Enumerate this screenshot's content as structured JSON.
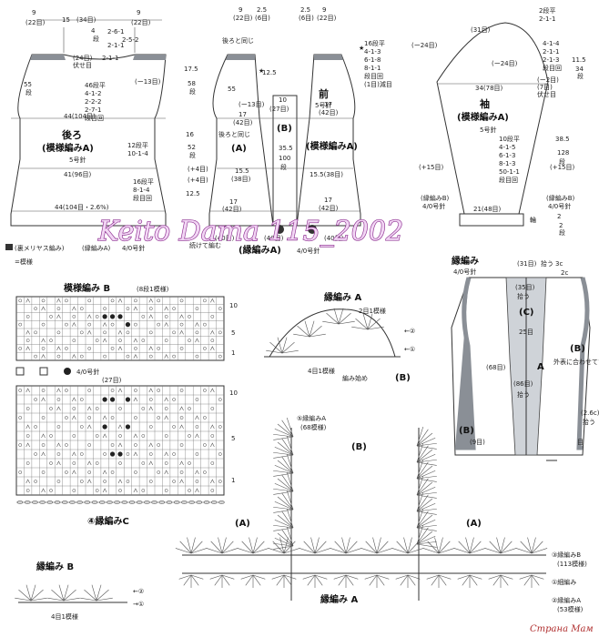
{
  "back_piece": {
    "title": "後ろ",
    "pattern": "(模様編みA)",
    "needle": "5号針",
    "top_label": "(34目)",
    "top_label2": "15",
    "left_side_top": "9",
    "left_side_top2": "(22目)",
    "right_side_top": "9",
    "right_side_top2": "(22目)",
    "neck_marks": [
      "4",
      "段",
      "2-1-1",
      "2-5-2",
      "2-6-1"
    ],
    "neck_bind": "伏せ目",
    "neck_bind_count": "(24目)",
    "armhole_marks": [
      "46段平",
      "4-1-2",
      "2-2-2",
      "2-7-1",
      "段目回"
    ],
    "chest": "44(104目)",
    "waist": "41(96目)",
    "side_marks": [
      "12段平",
      "10-1-4"
    ],
    "side_marks2": [
      "16段平",
      "8-1-4",
      "段目回"
    ],
    "hem": "44(104目・2.6%)",
    "left_height": "55",
    "left_height2": "段",
    "rib_count": "(ー13目)"
  },
  "front_piece": {
    "title": "前",
    "needle": "5号針",
    "pattern": "(模様編みA)",
    "left_label": "(A)",
    "center_label": "(B)",
    "back_same": "後ろと同じ",
    "back_same2": "後ろと同じ",
    "top_left": "9",
    "top_left2": "(22目)",
    "top_left3": "2.5",
    "top_left4": "(6目)",
    "top_right": "2.5",
    "top_right2": "9",
    "top_right3": "(6目)",
    "top_right4": "(22目)",
    "neck_marks": [
      "16段平",
      "4-1-3",
      "6-1-8",
      "8-1-1",
      "段目回",
      "(1目)減目"
    ],
    "neck_depth": "12.5",
    "neck_rows": "12.5",
    "armhole_h": "17.5",
    "armhole_rows": "58",
    "armhole_rows2": "段",
    "center_w": "10",
    "center_w2": "(27目)",
    "center_h": "35.5",
    "center_rows": "100",
    "center_rows2": "段",
    "body_w": "17",
    "body_w2": "(42目)",
    "waist_w": "15.5(38目)",
    "waist_w_left": "15.5",
    "waist_w_left2": "(38目)",
    "side_h": "16",
    "side_rows": "52",
    "side_rows2": "段",
    "hem_w": "17",
    "hem_w2": "(42目)",
    "hem_left": "17",
    "hem_left2": "(42目)",
    "rib_plus": "(+4目)",
    "rib_plus2": "(+4目)",
    "hem_total": "(40目)",
    "hem_total2": "(40目)",
    "hem_total3": "(40目)",
    "bottom_rib": "(縁編みA)",
    "bottom_needle": "4/0号針",
    "join_note": "続けて編む"
  },
  "sleeve": {
    "title": "袖",
    "pattern": "(模様編みA)",
    "needle": "5号針",
    "top": "(31目)",
    "top_rows": [
      "2段平",
      "2-1-1",
      "4-1-4",
      "2-1-1",
      "2-1-3",
      "段目回"
    ],
    "cap_h": "11.5",
    "cap_rows": "34",
    "cap_rows2": "段",
    "bind": "(ー2目)",
    "bind2": "(7目)",
    "bind3": "伏せ目",
    "width": "34(78目)",
    "side_rows": [
      "10段平",
      "4-1-5",
      "6-1-3",
      "8-1-3",
      "50-1-1",
      "段目回"
    ],
    "length": "38.5",
    "length_rows": "128",
    "length_rows2": "段",
    "increase": "(+15目)",
    "cuff": "21(48目)",
    "cuff_pattern": "(縁編みB)",
    "cuff_needle": "4/0号針",
    "cuff_h": "2",
    "cuff_rows": "2",
    "cuff_rows2": "段",
    "cuff_ring": "輪",
    "cuff_left": "(縁編みB)",
    "cuff_left2": "4/0号針",
    "minus": "(ー24目)",
    "left_dec": "(ー24目)"
  },
  "legend": {
    "item1": "(裏メリヤス編み)",
    "item2": "(縁編みA)",
    "item2b": "4/0号針",
    "item3": "=模様"
  },
  "pattern_b": {
    "title": "模様編み B",
    "subtitle": "(8段1模様)",
    "needle_note": "4/0号針",
    "top_count": "(27目)",
    "row_marks": [
      "10",
      "5",
      "1"
    ],
    "row_marks2": [
      "10",
      "5",
      "1"
    ],
    "edge_label": "④縁編みC"
  },
  "edging_a": {
    "title": "縁編み A",
    "repeat": "2目1模様",
    "base": "4目1模様",
    "start": "編み始め",
    "label_b": "(B)",
    "arrow_l": "←①",
    "arrow_r": "←②"
  },
  "edging_bottom": {
    "label5": "⑤縁編みA",
    "count5": "(68模様)",
    "label_b": "(B)",
    "label_a1": "(A)",
    "label_a2": "(A)",
    "center": "縁編み A",
    "label3": "③縁編みB",
    "count3": "(113模様)",
    "label1": "①細編み",
    "label2": "②縁編みA",
    "count2": "(53模様)"
  },
  "edging_b": {
    "title": "縁編み B",
    "repeat": "4目1模様",
    "arrow_l": "←②",
    "arrow_r": "→①"
  },
  "vest_finish": {
    "title": "縁編み",
    "needle": "4/0号針",
    "top": "(31目)",
    "top2": "拾う",
    "pickup": "3c",
    "pickup2": "2c",
    "collar": "(35目)",
    "collar2": "拾う",
    "c_label": "(C)",
    "center_count": "(86目)",
    "center_pick": "拾う",
    "side_count": "(68目)",
    "label_a": "A",
    "label_b_top": "(B)",
    "label_b_bottom": "(B)",
    "note": "外表に合わせてすくいとじ",
    "side_rows": "(2.6c)",
    "side_rows2": "拾う",
    "bottom_count": "(9目)",
    "bottom_count2": "目",
    "center_25": "25目"
  },
  "watermark": "Keito Dama 115_2002",
  "logo": "Страна Мам",
  "colors": {
    "band": "#8a8f96",
    "ink": "#222222",
    "watermark_fill": "#f2d6f4",
    "watermark_stroke": "#8a2a8e"
  }
}
